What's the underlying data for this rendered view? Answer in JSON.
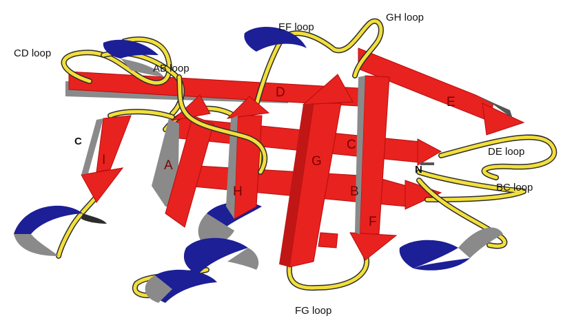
{
  "colors": {
    "sheet": "#e8221f",
    "sheet_edge": "#b20d0d",
    "sheet_shadow": "#888888",
    "helix": "#1d1f96",
    "helix_back": "#8a8a8a",
    "loop": "#f2df3b",
    "loop_edge": "#2c2c2c"
  },
  "labels": {
    "cd_loop": "CD loop",
    "ab_loop": "AB loop",
    "ef_loop": "EF loop",
    "gh_loop": "GH loop",
    "de_loop": "DE loop",
    "bc_loop": "BC loop",
    "fg_loop": "FG loop",
    "c_terminus": "C",
    "n_terminus": "N"
  },
  "strands": {
    "a": "A",
    "b": "B",
    "c": "C",
    "d": "D",
    "e": "E",
    "f": "F",
    "g": "G",
    "h": "H",
    "i": "I"
  }
}
